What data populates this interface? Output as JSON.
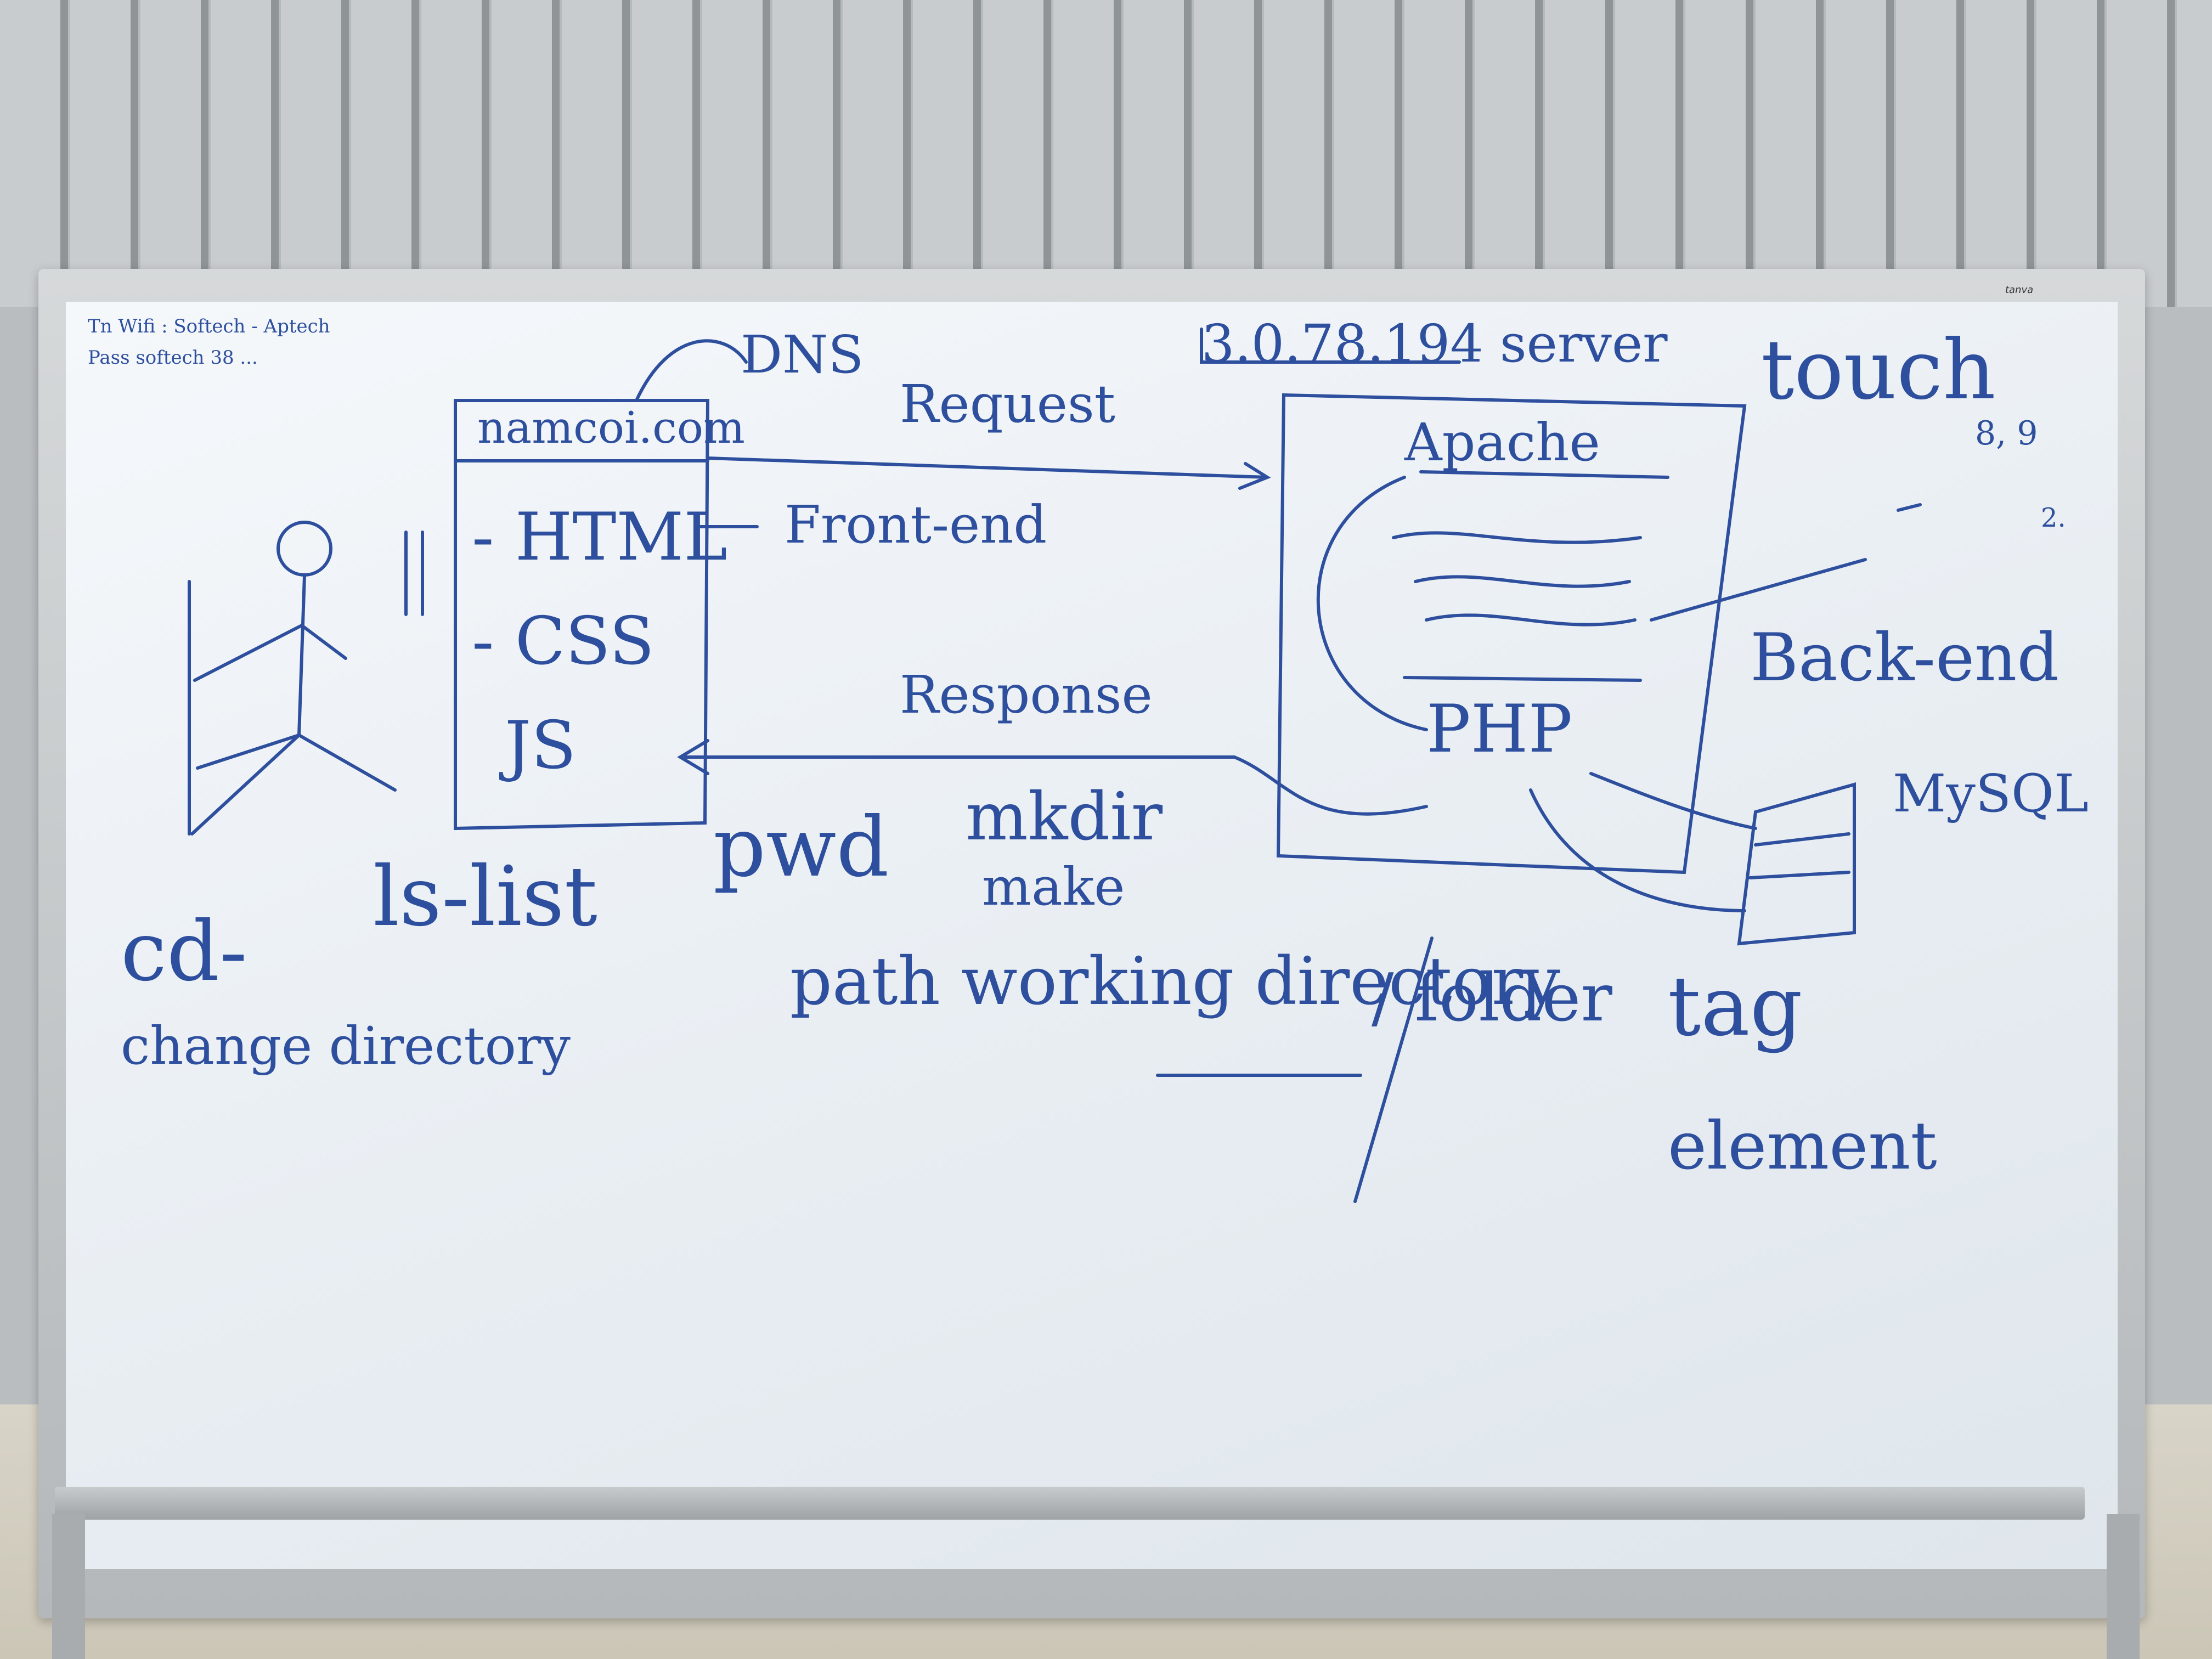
{
  "board": {
    "brand": "tanva",
    "wifi_line": "Tn Wifi : Softech - Aptech",
    "pass_line": "Pass   softech 38 ...",
    "dns": "DNS",
    "ip_server": "3.0.78.194 server",
    "touch": "touch",
    "touch_note_1": "8, 9",
    "touch_note_2": "2.",
    "domain_box": "namcoi.com",
    "html": "- HTML",
    "css": "- CSS",
    "js": "JS",
    "request": "Request",
    "front_end": "Front-end",
    "response": "Response",
    "apache": "Apache",
    "php": "PHP",
    "back_end": "Back-end",
    "mysql": "MySQL",
    "cd": "cd-",
    "change_directory": "change directory",
    "ls": "ls-list",
    "pwd": "pwd",
    "mkdir": "mkdir",
    "make": "make",
    "path_working_directory": "path working directory",
    "folder": "/ folder",
    "tag": "tag",
    "element": "element"
  }
}
